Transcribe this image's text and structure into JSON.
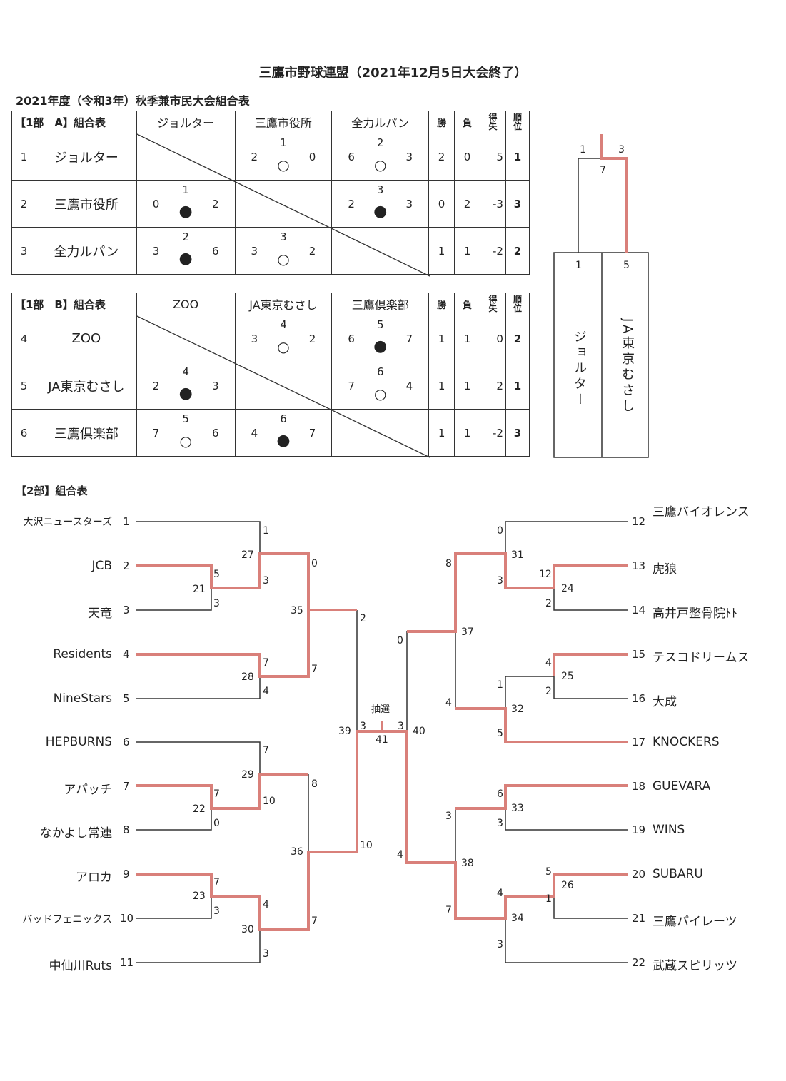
{
  "title": "三鷹市野球連盟（2021年12月5日大会終了）",
  "subtitle": "2021年度（令和3年）秋季兼市民大会組合表",
  "labels": {
    "win": "勝",
    "loss": "負",
    "diff_top": "得",
    "diff_bot": "失",
    "rank_top": "順",
    "rank_bot": "位",
    "lottery": "抽選",
    "o": "○",
    "x": "●"
  },
  "groupA": {
    "header": "【1部　A】組合表",
    "cols": [
      "ジョルター",
      "三鷹市役所",
      "全力ルパン"
    ],
    "rows": [
      {
        "no": "1",
        "team": "ジョルター",
        "w": "2",
        "l": "0",
        "d": "5",
        "rank": "1",
        "cells": [
          null,
          {
            "g": "1",
            "a": "2",
            "b": "0",
            "mark": "○"
          },
          {
            "g": "2",
            "a": "6",
            "b": "3",
            "mark": "○"
          }
        ]
      },
      {
        "no": "2",
        "team": "三鷹市役所",
        "w": "0",
        "l": "2",
        "d": "-3",
        "rank": "3",
        "cells": [
          {
            "g": "1",
            "a": "0",
            "b": "2",
            "mark": "●"
          },
          null,
          {
            "g": "3",
            "a": "2",
            "b": "3",
            "mark": "●"
          }
        ]
      },
      {
        "no": "3",
        "team": "全力ルパン",
        "w": "1",
        "l": "1",
        "d": "-2",
        "rank": "2",
        "cells": [
          {
            "g": "2",
            "a": "3",
            "b": "6",
            "mark": "●"
          },
          {
            "g": "3",
            "a": "3",
            "b": "2",
            "mark": "○"
          },
          null
        ]
      }
    ]
  },
  "groupB": {
    "header": "【1部　B】組合表",
    "cols": [
      "ZOO",
      "JA東京むさし",
      "三鷹倶楽部"
    ],
    "rows": [
      {
        "no": "4",
        "team": "ZOO",
        "w": "1",
        "l": "1",
        "d": "0",
        "rank": "2",
        "cells": [
          null,
          {
            "g": "4",
            "a": "3",
            "b": "2",
            "mark": "○"
          },
          {
            "g": "5",
            "a": "6",
            "b": "7",
            "mark": "●"
          }
        ]
      },
      {
        "no": "5",
        "team": "JA東京むさし",
        "w": "1",
        "l": "1",
        "d": "2",
        "rank": "1",
        "cells": [
          {
            "g": "4",
            "a": "2",
            "b": "3",
            "mark": "●"
          },
          null,
          {
            "g": "6",
            "a": "7",
            "b": "4",
            "mark": "○"
          }
        ]
      },
      {
        "no": "6",
        "team": "三鷹倶楽部",
        "w": "1",
        "l": "1",
        "d": "-2",
        "rank": "3",
        "cells": [
          {
            "g": "5",
            "a": "7",
            "b": "6",
            "mark": "○"
          },
          {
            "g": "6",
            "a": "4",
            "b": "7",
            "mark": "●"
          },
          null
        ]
      }
    ]
  },
  "final1": {
    "left_team": "ジョルター",
    "right_team": "JA東京むさし",
    "left_no": "1",
    "right_no": "5",
    "left_score": "1",
    "right_score": "3",
    "game": "7"
  },
  "section2_header": "【2部】組合表",
  "left_teams": [
    {
      "name": "大沢ニュースターズ",
      "no": "1"
    },
    {
      "name": "JCB",
      "no": "2"
    },
    {
      "name": "天竜",
      "no": "3"
    },
    {
      "name": "Residents",
      "no": "4"
    },
    {
      "name": "NineStars",
      "no": "5"
    },
    {
      "name": "HEPBURNS",
      "no": "6"
    },
    {
      "name": "アパッチ",
      "no": "7"
    },
    {
      "name": "なかよし常連",
      "no": "8"
    },
    {
      "name": "アロカ",
      "no": "9"
    },
    {
      "name": "バッドフェニックス",
      "no": "10"
    },
    {
      "name": "中仙川Ruts",
      "no": "11"
    }
  ],
  "right_teams": [
    {
      "name": "三鷹バイオレンス",
      "no": "12"
    },
    {
      "name": "虎狼",
      "no": "13"
    },
    {
      "name": "高井戸整骨院ﾄﾄ",
      "no": "14"
    },
    {
      "name": "テスコドリームス",
      "no": "15"
    },
    {
      "name": "大成",
      "no": "16"
    },
    {
      "name": "KNOCKERS",
      "no": "17"
    },
    {
      "name": "GUEVARA",
      "no": "18"
    },
    {
      "name": "WINS",
      "no": "19"
    },
    {
      "name": "SUBARU",
      "no": "20"
    },
    {
      "name": "三鷹パイレーツ",
      "no": "21"
    },
    {
      "name": "武蔵スピリッツ",
      "no": "22"
    }
  ]
}
